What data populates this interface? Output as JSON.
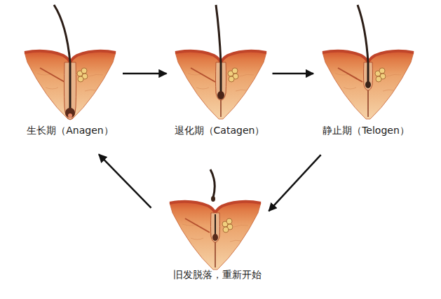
{
  "diagram": {
    "nodes": [
      {
        "text": [
          "生长期（Anagen）"
        ]
      },
      {
        "text": [
          "退化期（Catagen）"
        ]
      },
      {
        "text": [
          "静止期（Telogen）"
        ]
      },
      {
        "text": [
          "旧发脱落，重新开始"
        ]
      }
    ],
    "edges": [
      {
        "from": 0,
        "to": 1,
        "arrow": "to"
      },
      {
        "from": 1,
        "to": 2,
        "arrow": "to"
      },
      {
        "from": 2,
        "to": 3,
        "arrow": "to"
      },
      {
        "from": 3,
        "to": 0,
        "arrow": "to"
      }
    ]
  }
}
